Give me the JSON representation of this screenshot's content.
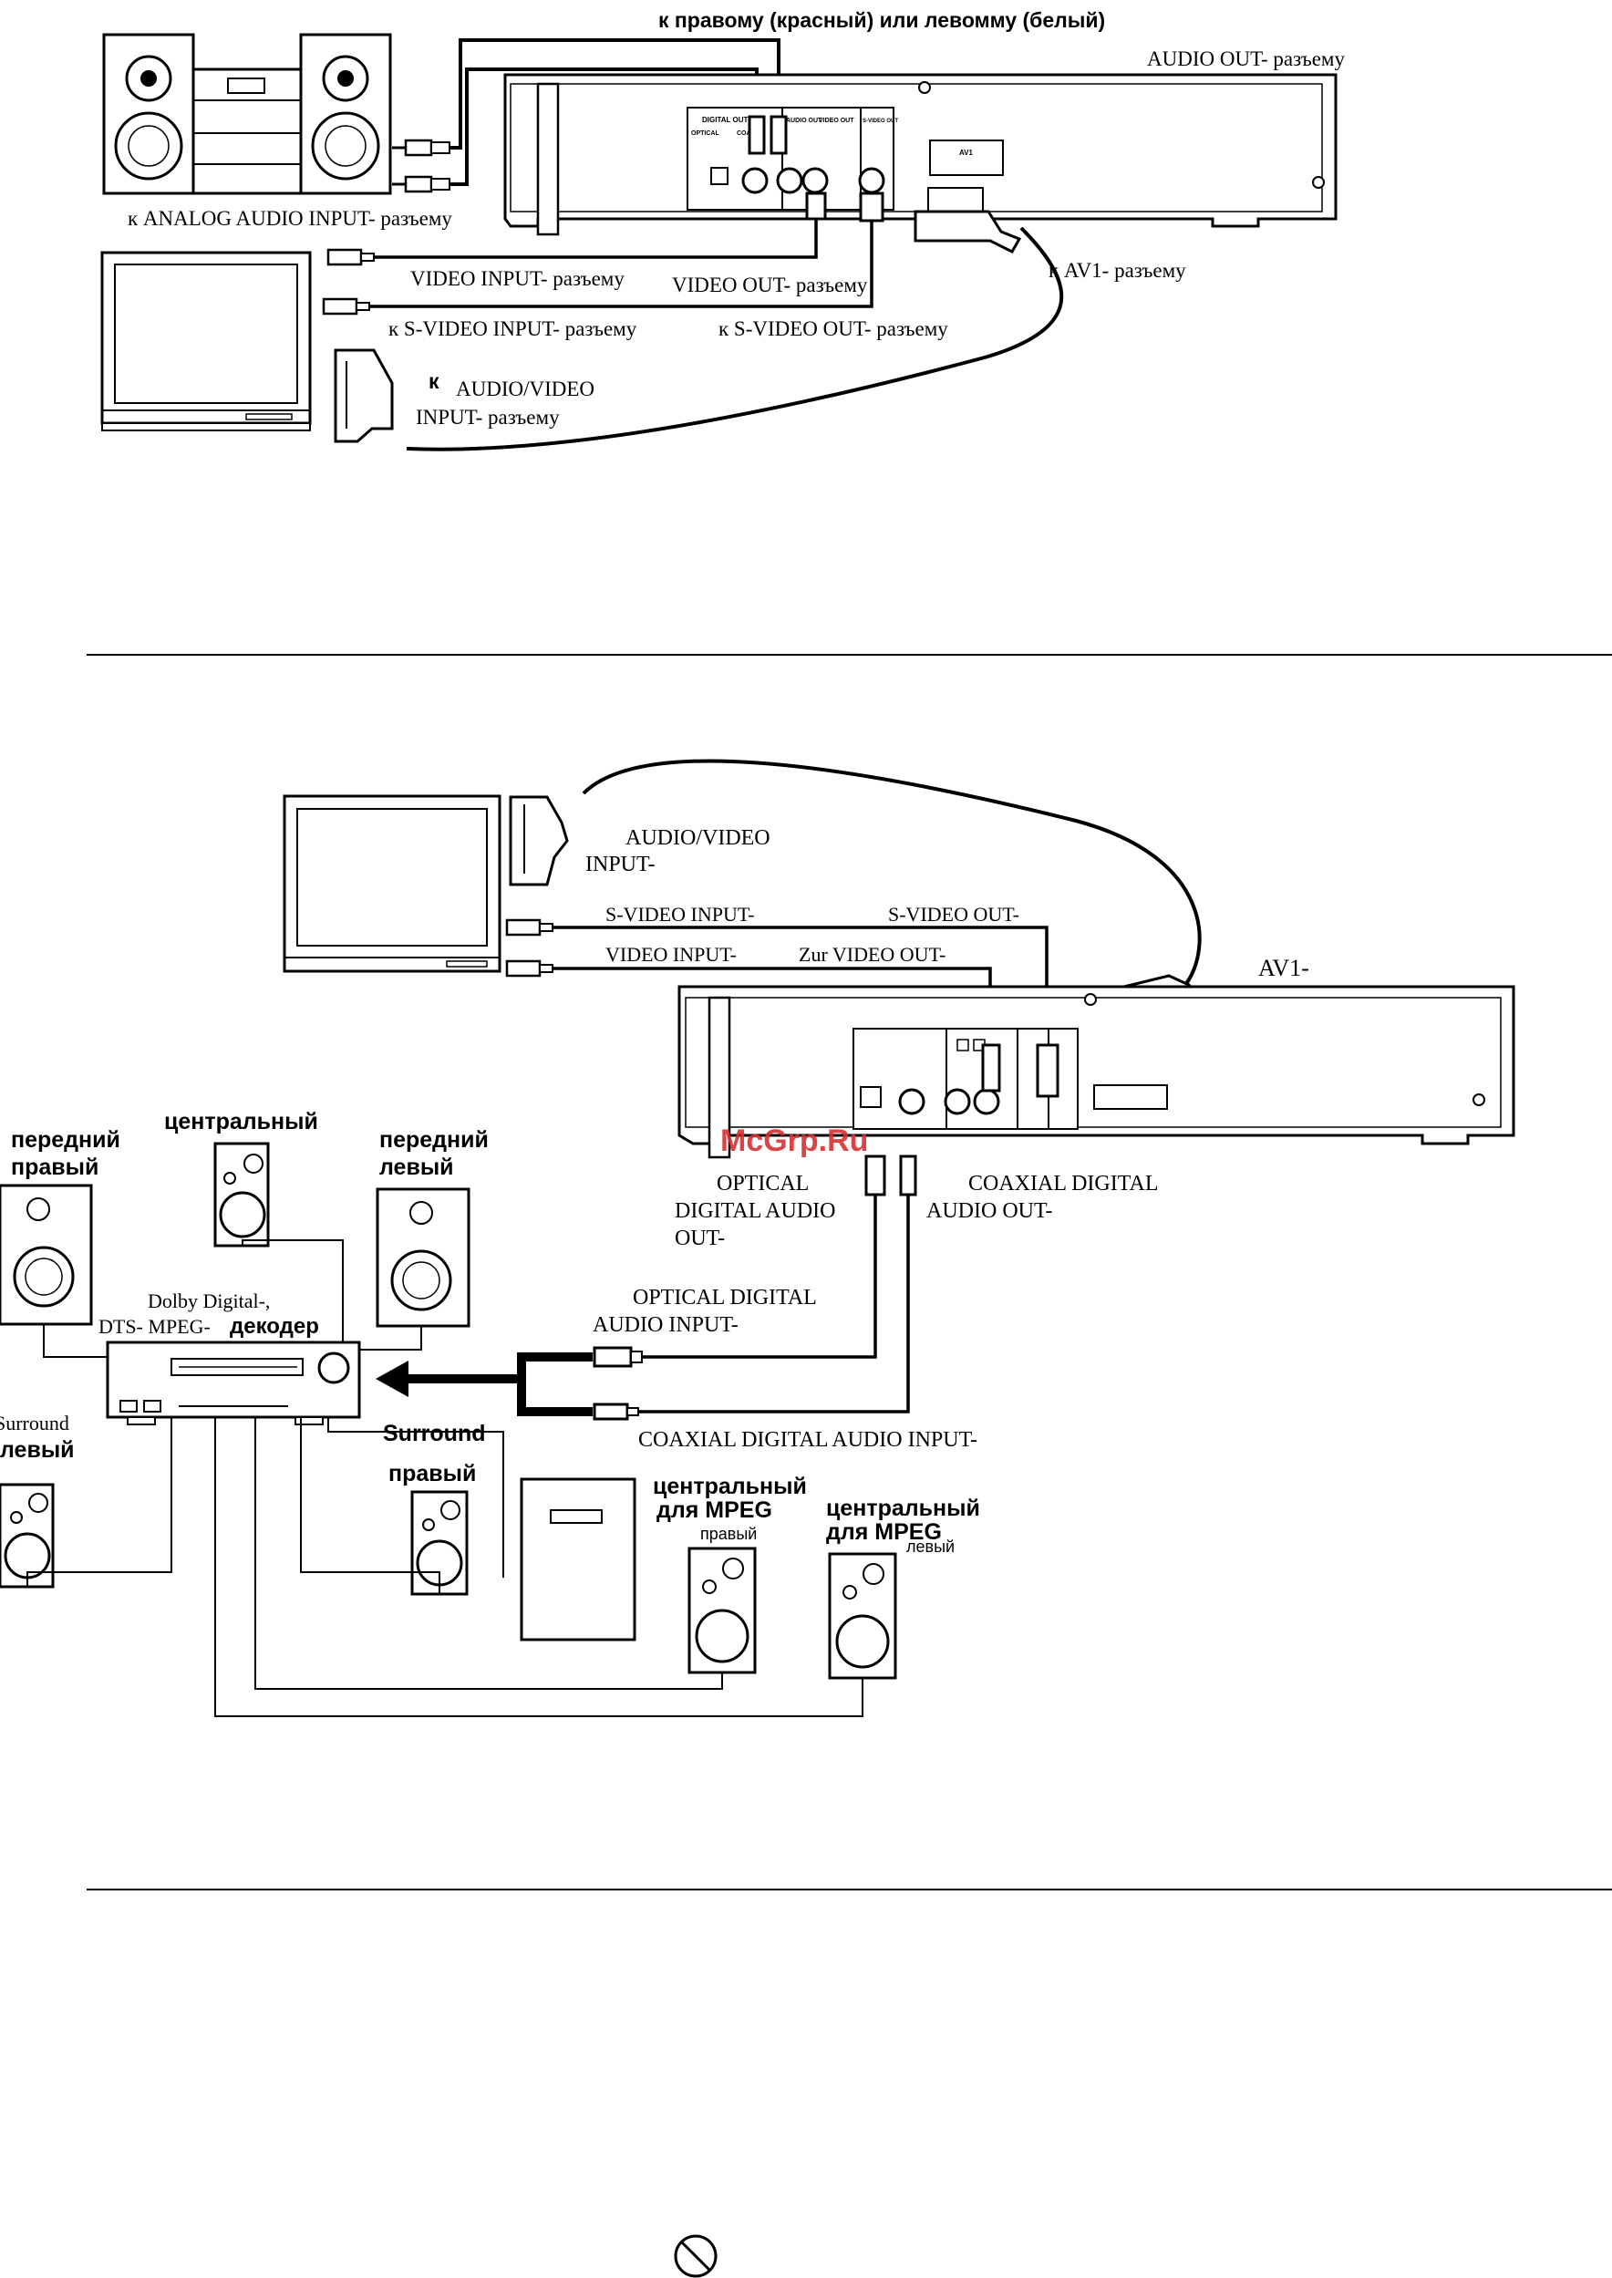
{
  "diagram1": {
    "top_label": "к правому (красный) или левомму (белый)",
    "audio_out": "AUDIO OUT- разъему",
    "analog_input": "к ANALOG AUDIO INPUT- разъему",
    "video_input": "VIDEO INPUT- разъему",
    "video_out": "VIDEO OUT- разъему",
    "av1": "к AV1- разъему",
    "svideo_input": "к S-VIDEO INPUT- разъему",
    "svideo_out": "к S-VIDEO OUT- разъему",
    "av_input_k": "к",
    "av_input_1": "AUDIO/VIDEO",
    "av_input_2": "INPUT- разъему",
    "panel_digital": "DIGITAL OUT",
    "panel_optical": "OPTICAL",
    "panel_coaxial": "COAXIAL",
    "panel_audio": "AUDIO OUT",
    "panel_video": "VIDEO OUT",
    "panel_svideo": "S-VIDEO OUT",
    "panel_av1": "AV1"
  },
  "diagram2": {
    "av_input_1": "AUDIO/VIDEO",
    "av_input_2": "INPUT-",
    "svideo_input": "S-VIDEO INPUT-",
    "svideo_out": "S-VIDEO OUT-",
    "video_input": "VIDEO INPUT-",
    "zur_video_out": "Zur VIDEO OUT-",
    "av1": "AV1-",
    "watermark": "McGrp.Ru",
    "optical_out_1": "OPTICAL",
    "optical_out_2": "DIGITAL AUDIO",
    "optical_out_3": "OUT-",
    "coaxial_out_1": "COAXIAL DIGITAL",
    "coaxial_out_2": "AUDIO OUT-",
    "optical_input_1": "OPTICAL DIGITAL",
    "optical_input_2": "AUDIO INPUT-",
    "coaxial_input": "COAXIAL DIGITAL AUDIO INPUT-",
    "front_right_1": "передний",
    "front_right_2": "правый",
    "center": "центральный",
    "front_left_1": "передний",
    "front_left_2": "левый",
    "decoder_1": "Dolby Digital-,",
    "decoder_2a": "DTS- MPEG-",
    "decoder_2b": "декодер",
    "surround_left_1": "Surround",
    "surround_left_2": "левый",
    "surround_right_1": "Surround",
    "surround_right_2": "правый",
    "mpeg_center_right_1": "центральный",
    "mpeg_center_right_2": "для MPEG",
    "mpeg_center_right_3": "правый",
    "mpeg_center_left_1": "центральный",
    "mpeg_center_left_2": "для MPEG",
    "mpeg_center_left_3": "левый"
  }
}
